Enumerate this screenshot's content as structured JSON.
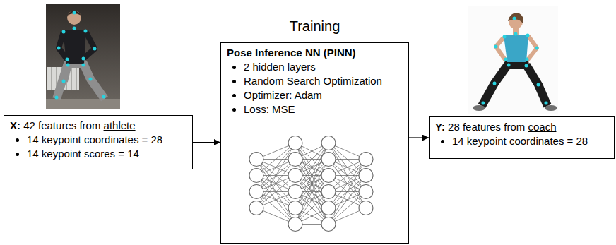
{
  "diagram": {
    "nodes": [
      {
        "text": [
          "X: 42 features from athlete",
          "14 keypoint coordinates = 28",
          "14 keypoint scores = 14"
        ]
      },
      {
        "text": [
          "Training",
          "Pose Inference NN (PINN)",
          "2 hidden layers",
          "Random Search Optimization",
          "Optimizer: Adam",
          "Loss: MSE"
        ]
      },
      {
        "text": [
          "Y: 28 features from coach",
          "14 keypoint coordinates = 28"
        ]
      }
    ],
    "edges": [
      {
        "from": 0,
        "to": 1,
        "arrow": "to"
      },
      {
        "from": 1,
        "to": 2,
        "arrow": "to"
      }
    ]
  }
}
